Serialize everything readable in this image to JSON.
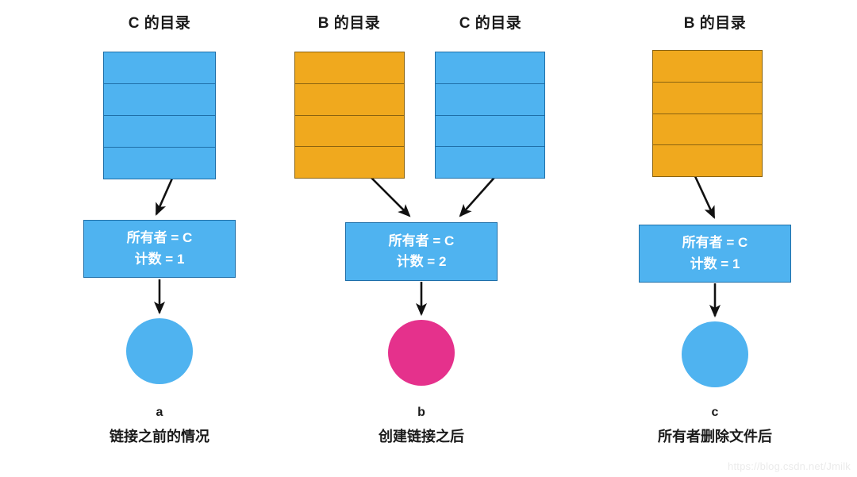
{
  "figure": {
    "title_a_letter": "a",
    "watermark": "https://blog.csdn.net/Jmilk"
  },
  "colors": {
    "blue_fill": "#4FB3F0",
    "blue_border": "#1F6FA8",
    "orange_fill": "#F0A91E",
    "orange_border": "#8A6310",
    "pink_fill": "#E5318C",
    "background": "#FFFFFF",
    "text": "#1A1A1A",
    "inode_text": "#FFFFFF",
    "arrow": "#111111"
  },
  "panels": [
    {
      "id": "a",
      "letter": "a",
      "caption": "链接之前的情况",
      "directories": [
        {
          "id": "a-dir-c",
          "title": "C 的目录",
          "color": "blue",
          "rows": 4
        }
      ],
      "inode": {
        "owner_line": "所有者 = C",
        "count_line": "计数 = 1"
      },
      "file": {
        "color": "blue"
      }
    },
    {
      "id": "b",
      "letter": "b",
      "caption": "创建链接之后",
      "directories": [
        {
          "id": "b-dir-b",
          "title": "B 的目录",
          "color": "orange",
          "rows": 4
        },
        {
          "id": "b-dir-c",
          "title": "C 的目录",
          "color": "blue",
          "rows": 4
        }
      ],
      "inode": {
        "owner_line": "所有者 = C",
        "count_line": "计数 = 2"
      },
      "file": {
        "color": "pink"
      }
    },
    {
      "id": "c",
      "letter": "c",
      "caption": "所有者删除文件后",
      "directories": [
        {
          "id": "c-dir-b",
          "title": "B 的目录",
          "color": "orange",
          "rows": 4
        }
      ],
      "inode": {
        "owner_line": "所有者 = C",
        "count_line": "计数 = 1"
      },
      "file": {
        "color": "blue"
      }
    }
  ]
}
